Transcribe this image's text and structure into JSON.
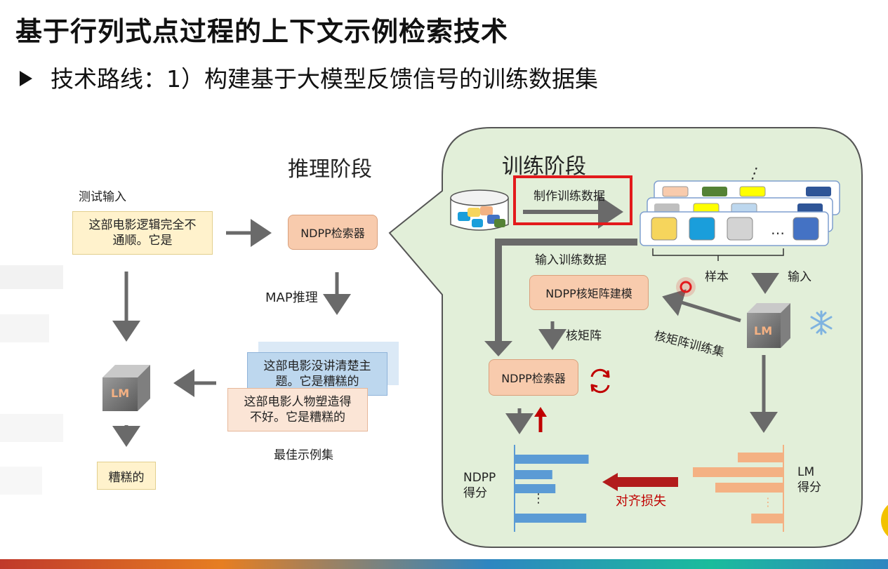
{
  "header": {
    "title": "基于行列式点过程的上下文示例检索技术",
    "subtitle": "技术路线：1）构建基于大模型反馈信号的训练数据集"
  },
  "inference": {
    "stage_title": "推理阶段",
    "test_input_label": "测试输入",
    "test_input_text": "这部电影逻辑完全不通顺。它是",
    "retriever": "NDPP检索器",
    "map_label": "MAP推理",
    "example_back": "这部电影没讲清楚主题。它是糟糕的",
    "example_front": "这部电影人物塑造得不好。它是糟糕的",
    "best_set_label": "最佳示例集",
    "lm": "LM",
    "output": "糟糕的"
  },
  "training": {
    "stage_title": "训练阶段",
    "make_data_label": "制作训练数据",
    "input_data_label": "输入训练数据",
    "sample_label": "样本",
    "input_label": "输入",
    "kernel_model": "NDPP核矩阵建模",
    "kernel_label": "核矩阵",
    "kernel_train_set": "核矩阵训练集",
    "retriever": "NDPP检索器",
    "lm": "LM",
    "ndpp_score_1": "NDPP",
    "ndpp_score_2": "得分",
    "lm_score_1": "LM",
    "lm_score_2": "得分",
    "align_loss": "对齐损失",
    "ellipsis": "…",
    "vdots": "⋮"
  },
  "chips": [
    "#f6d55c",
    "#1a9edb",
    "#d3d3d3",
    "#4472c4"
  ],
  "ndpp_scores": [
    0.95,
    0.48,
    0.52,
    0.92
  ],
  "lm_scores": [
    0.5,
    1.0,
    0.75,
    0.35
  ],
  "colors": {
    "orange_fill": "#f8cbad",
    "orange_border": "#d9a07c",
    "yellow_fill": "#fff2cc",
    "yellow_border": "#e2cf8e",
    "blue_fill": "#bdd7ee",
    "panel_fill": "#e2efd9",
    "panel_border": "#555555",
    "highlight": "#e31a1c",
    "ndpp_bar": "#5b9bd5",
    "lm_bar": "#f4b183",
    "loss_arrow": "#b21c1c",
    "lm_text": "#f4b183"
  },
  "icons": [
    "database-icon",
    "snowflake-icon",
    "refresh-icon",
    "cursor-dot-icon"
  ]
}
